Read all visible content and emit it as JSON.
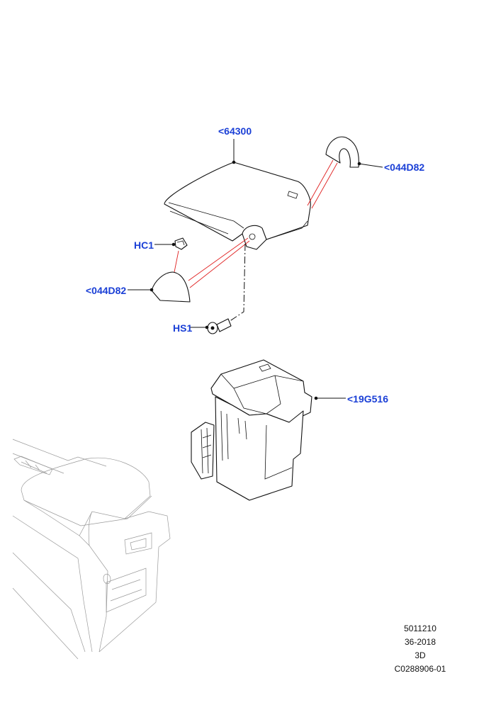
{
  "callouts": {
    "lid": "<64300",
    "cover_right": "<044D82",
    "clip": "HC1",
    "cover_left": "<044D82",
    "screw": "HS1",
    "bin": "<19G516"
  },
  "footer": {
    "illustration_number": "5011210",
    "date_code": "36-2018",
    "view": "3D",
    "drawing_code": "C0288906-01"
  },
  "colors": {
    "callout": "#1a3fd6",
    "leader": "#111111",
    "alignment": "#e02020",
    "ghost": "#9a9a9a"
  }
}
